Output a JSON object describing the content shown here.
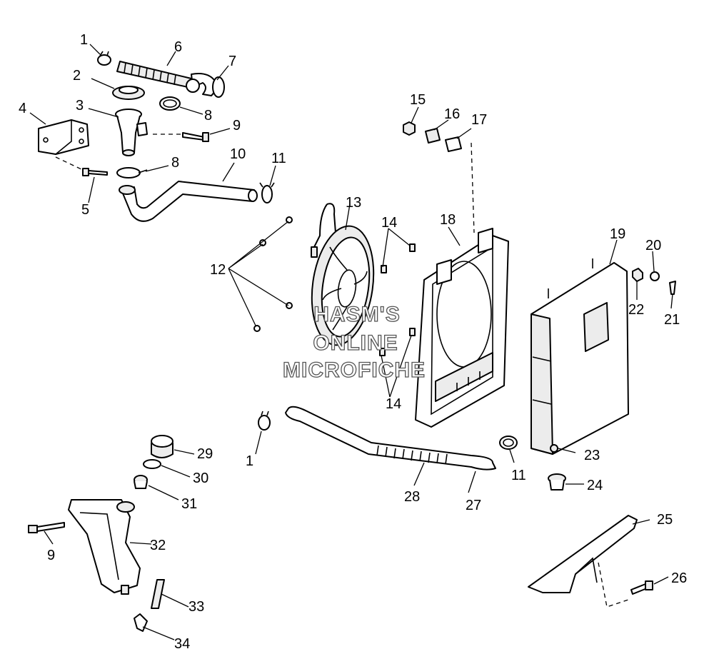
{
  "callouts": {
    "c1a": "1",
    "c1b": "1",
    "c2": "2",
    "c3": "3",
    "c4": "4",
    "c5": "5",
    "c6": "6",
    "c7": "7",
    "c8a": "8",
    "c8b": "8",
    "c9a": "9",
    "c9b": "9",
    "c10": "10",
    "c11a": "11",
    "c11b": "11",
    "c12": "12",
    "c13": "13",
    "c14a": "14",
    "c14b": "14",
    "c15": "15",
    "c16": "16",
    "c17": "17",
    "c18": "18",
    "c19": "19",
    "c20": "20",
    "c21": "21",
    "c22": "22",
    "c23": "23",
    "c24": "24",
    "c25": "25",
    "c26": "26",
    "c27": "27",
    "c28": "28",
    "c29": "29",
    "c30": "30",
    "c31": "31",
    "c32": "32",
    "c33": "33",
    "c34": "34"
  },
  "watermark": {
    "line1": "HASM'S",
    "line2": "ONLINE",
    "line3": "MICROFICHE"
  }
}
